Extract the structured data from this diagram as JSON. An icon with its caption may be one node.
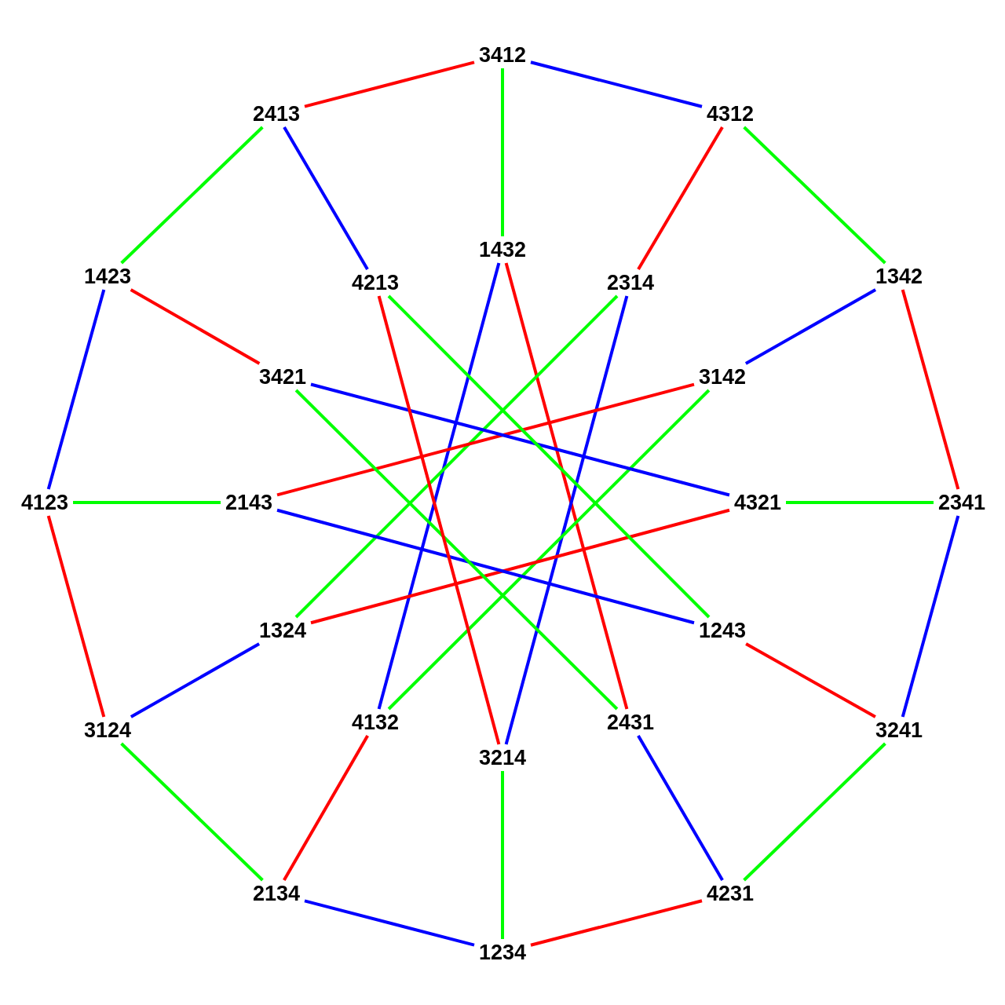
{
  "diagram": {
    "nodes": [
      {
        "text": [
          "3412"
        ]
      },
      {
        "text": [
          "2413"
        ]
      },
      {
        "text": [
          "4312"
        ]
      },
      {
        "text": [
          "1432"
        ]
      },
      {
        "text": [
          "1423"
        ]
      },
      {
        "text": [
          "1342"
        ]
      },
      {
        "text": [
          "4213"
        ]
      },
      {
        "text": [
          "2314"
        ]
      },
      {
        "text": [
          "3421"
        ]
      },
      {
        "text": [
          "3142"
        ]
      },
      {
        "text": [
          "4123"
        ]
      },
      {
        "text": [
          "2143"
        ]
      },
      {
        "text": [
          "4321"
        ]
      },
      {
        "text": [
          "2341"
        ]
      },
      {
        "text": [
          "1324"
        ]
      },
      {
        "text": [
          "1243"
        ]
      },
      {
        "text": [
          "3124"
        ]
      },
      {
        "text": [
          "4132"
        ]
      },
      {
        "text": [
          "2431"
        ]
      },
      {
        "text": [
          "3241"
        ]
      },
      {
        "text": [
          "3214"
        ]
      },
      {
        "text": [
          "2134"
        ]
      },
      {
        "text": [
          "4231"
        ]
      },
      {
        "text": [
          "1234"
        ]
      }
    ],
    "edges": [
      {
        "from": 0,
        "to": 2,
        "arrow": "none",
        "color": "#0000ff"
      },
      {
        "from": 2,
        "to": 5,
        "arrow": "none",
        "color": "#00ff00"
      },
      {
        "from": 5,
        "to": 13,
        "arrow": "none",
        "color": "#ff0000"
      },
      {
        "from": 13,
        "to": 19,
        "arrow": "none",
        "color": "#0000ff"
      },
      {
        "from": 19,
        "to": 22,
        "arrow": "none",
        "color": "#00ff00"
      },
      {
        "from": 22,
        "to": 23,
        "arrow": "none",
        "color": "#ff0000"
      },
      {
        "from": 23,
        "to": 21,
        "arrow": "none",
        "color": "#0000ff"
      },
      {
        "from": 21,
        "to": 16,
        "arrow": "none",
        "color": "#00ff00"
      },
      {
        "from": 16,
        "to": 10,
        "arrow": "none",
        "color": "#ff0000"
      },
      {
        "from": 10,
        "to": 4,
        "arrow": "none",
        "color": "#0000ff"
      },
      {
        "from": 4,
        "to": 1,
        "arrow": "none",
        "color": "#00ff00"
      },
      {
        "from": 1,
        "to": 0,
        "arrow": "none",
        "color": "#ff0000"
      },
      {
        "from": 0,
        "to": 3,
        "arrow": "none",
        "color": "#00ff00"
      },
      {
        "from": 2,
        "to": 7,
        "arrow": "none",
        "color": "#ff0000"
      },
      {
        "from": 5,
        "to": 9,
        "arrow": "none",
        "color": "#0000ff"
      },
      {
        "from": 13,
        "to": 12,
        "arrow": "none",
        "color": "#00ff00"
      },
      {
        "from": 19,
        "to": 15,
        "arrow": "none",
        "color": "#ff0000"
      },
      {
        "from": 22,
        "to": 18,
        "arrow": "none",
        "color": "#0000ff"
      },
      {
        "from": 23,
        "to": 20,
        "arrow": "none",
        "color": "#00ff00"
      },
      {
        "from": 21,
        "to": 17,
        "arrow": "none",
        "color": "#ff0000"
      },
      {
        "from": 16,
        "to": 14,
        "arrow": "none",
        "color": "#0000ff"
      },
      {
        "from": 10,
        "to": 11,
        "arrow": "none",
        "color": "#00ff00"
      },
      {
        "from": 4,
        "to": 8,
        "arrow": "none",
        "color": "#ff0000"
      },
      {
        "from": 1,
        "to": 6,
        "arrow": "none",
        "color": "#0000ff"
      },
      {
        "from": 3,
        "to": 17,
        "arrow": "none",
        "color": "#0000ff"
      },
      {
        "from": 3,
        "to": 18,
        "arrow": "none",
        "color": "#ff0000"
      },
      {
        "from": 7,
        "to": 14,
        "arrow": "none",
        "color": "#00ff00"
      },
      {
        "from": 7,
        "to": 20,
        "arrow": "none",
        "color": "#0000ff"
      },
      {
        "from": 9,
        "to": 11,
        "arrow": "none",
        "color": "#ff0000"
      },
      {
        "from": 9,
        "to": 17,
        "arrow": "none",
        "color": "#00ff00"
      },
      {
        "from": 12,
        "to": 8,
        "arrow": "none",
        "color": "#0000ff"
      },
      {
        "from": 12,
        "to": 14,
        "arrow": "none",
        "color": "#ff0000"
      },
      {
        "from": 15,
        "to": 11,
        "arrow": "none",
        "color": "#0000ff"
      },
      {
        "from": 15,
        "to": 6,
        "arrow": "none",
        "color": "#00ff00"
      },
      {
        "from": 18,
        "to": 8,
        "arrow": "none",
        "color": "#00ff00"
      },
      {
        "from": 20,
        "to": 6,
        "arrow": "none",
        "color": "#ff0000"
      }
    ]
  }
}
